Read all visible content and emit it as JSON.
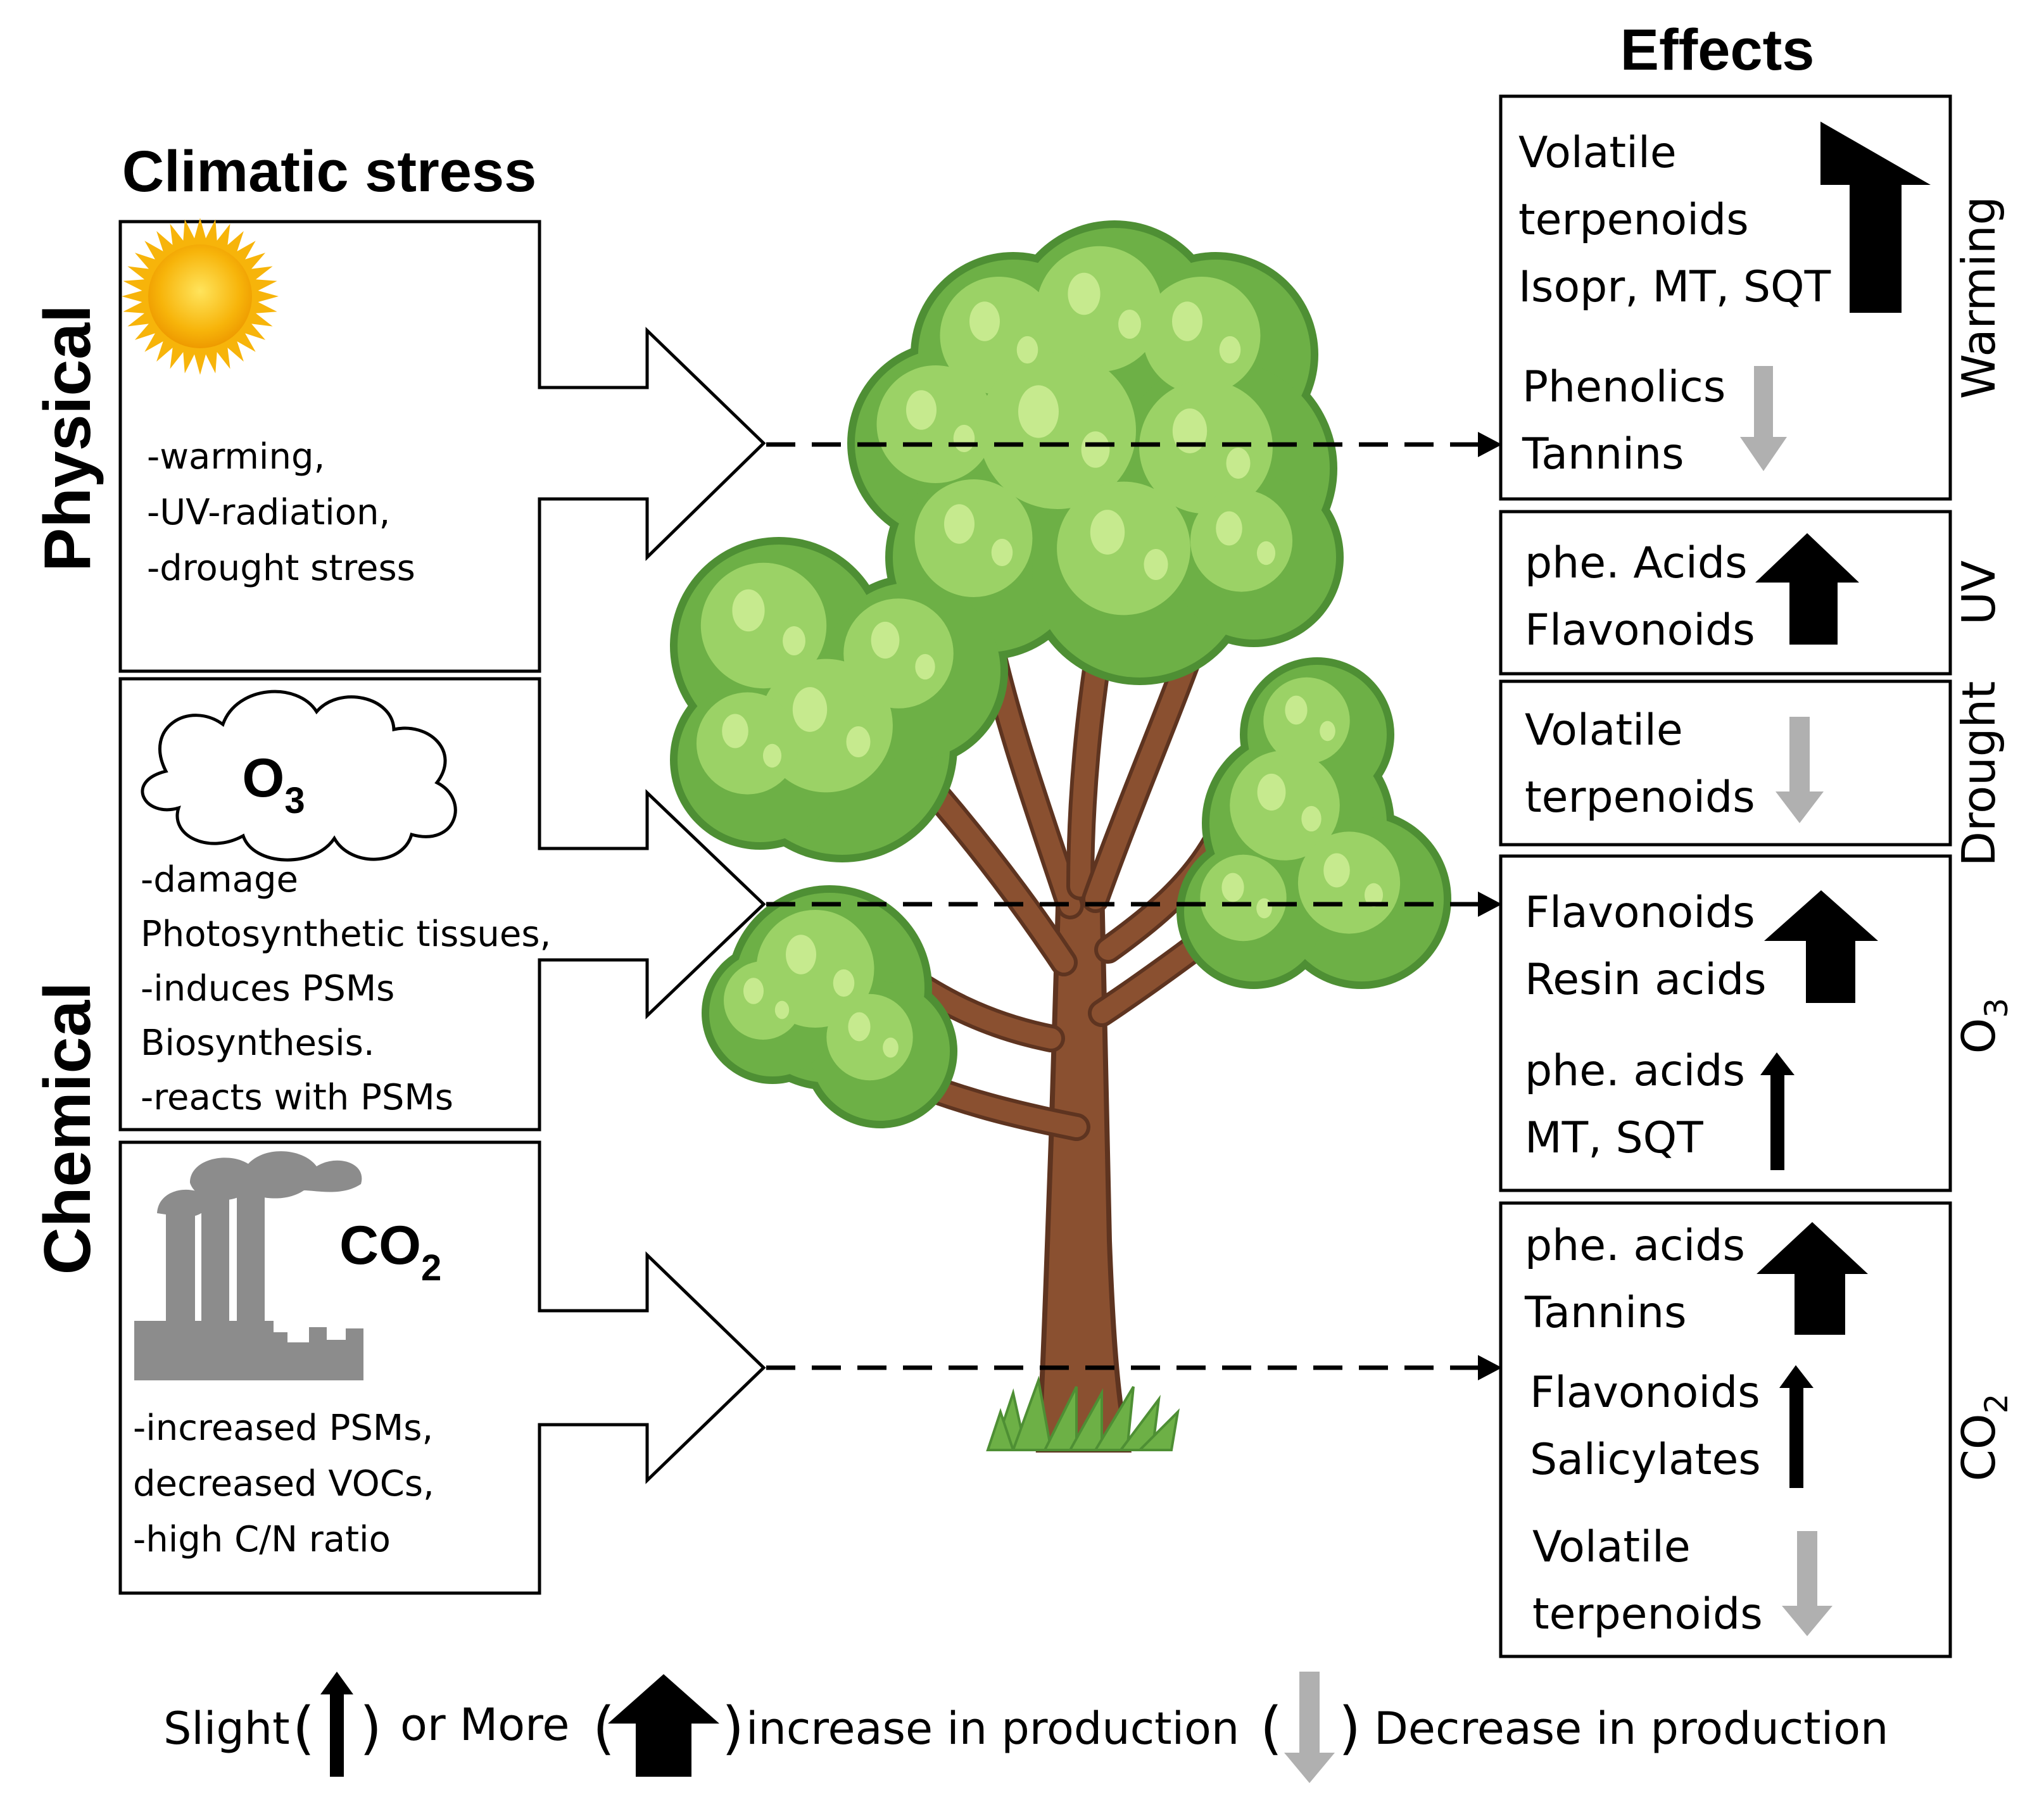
{
  "headings": {
    "climatic_stress": "Climatic stress",
    "effects": "Effects"
  },
  "side_labels": {
    "physical": "Physical",
    "chemical": "Chemical"
  },
  "stress_boxes": {
    "physical": {
      "icon": "sun-icon",
      "lines": [
        "-warming,",
        "-UV-radiation,",
        "-drought stress"
      ]
    },
    "ozone": {
      "icon": "cloud-icon",
      "label_main": "O",
      "label_sub": "3",
      "lines": [
        "-damage",
        "Photosynthetic tissues,",
        "-induces PSMs",
        "Biosynthesis.",
        "-reacts with PSMs"
      ]
    },
    "co2": {
      "icon": "factory-icon",
      "label_main": "CO",
      "label_sub": "2",
      "lines": [
        "-increased PSMs,",
        "decreased VOCs,",
        "-high C/N ratio"
      ]
    }
  },
  "effect_boxes": {
    "warming": {
      "side_label": "Warming",
      "groups": [
        {
          "lines": [
            "Volatile",
            "terpenoids",
            "Isopr, MT, SQT"
          ],
          "arrow": "big-up-arrow-icon"
        },
        {
          "lines": [
            "Phenolics",
            "Tannins"
          ],
          "arrow": "gray-down-arrow-icon"
        }
      ]
    },
    "uv": {
      "side_label": "UV",
      "groups": [
        {
          "lines": [
            "phe. Acids",
            "Flavonoids"
          ],
          "arrow": "big-up-arrow-icon"
        }
      ]
    },
    "drought": {
      "side_label": "Drought",
      "groups": [
        {
          "lines": [
            "Volatile",
            "terpenoids"
          ],
          "arrow": "gray-down-arrow-icon"
        }
      ]
    },
    "o3": {
      "side_label_main": "O",
      "side_label_sub": "3",
      "groups": [
        {
          "lines": [
            "Flavonoids",
            "Resin acids"
          ],
          "arrow": "big-up-arrow-icon"
        },
        {
          "lines": [
            "phe. acids",
            "MT, SQT"
          ],
          "arrow": "slight-up-arrow-icon"
        }
      ]
    },
    "co2": {
      "side_label_main": "CO",
      "side_label_sub": "2",
      "groups": [
        {
          "lines": [
            "phe. acids",
            "Tannins"
          ],
          "arrow": "big-up-arrow-icon"
        },
        {
          "lines": [
            "Flavonoids",
            "Salicylates"
          ],
          "arrow": "slight-up-arrow-icon"
        },
        {
          "lines": [
            "Volatile",
            "terpenoids"
          ],
          "arrow": "gray-down-arrow-icon"
        }
      ]
    }
  },
  "legend": {
    "slight": "Slight",
    "or_more": "or More",
    "increase": "increase in production",
    "decrease": "Decrease in production",
    "paren_open": "(",
    "paren_close": ")"
  },
  "colors": {
    "sun": "#F7B40A",
    "leaf_dark": "#4E8F34",
    "leaf_mid": "#6DB046",
    "leaf_light": "#9BD266",
    "leaf_highlight": "#C6EA8E",
    "trunk": "#8A5030",
    "trunk_dark": "#5E3420",
    "factory": "#8C8C8C",
    "decrease_arrow": "#B0B0B0"
  }
}
